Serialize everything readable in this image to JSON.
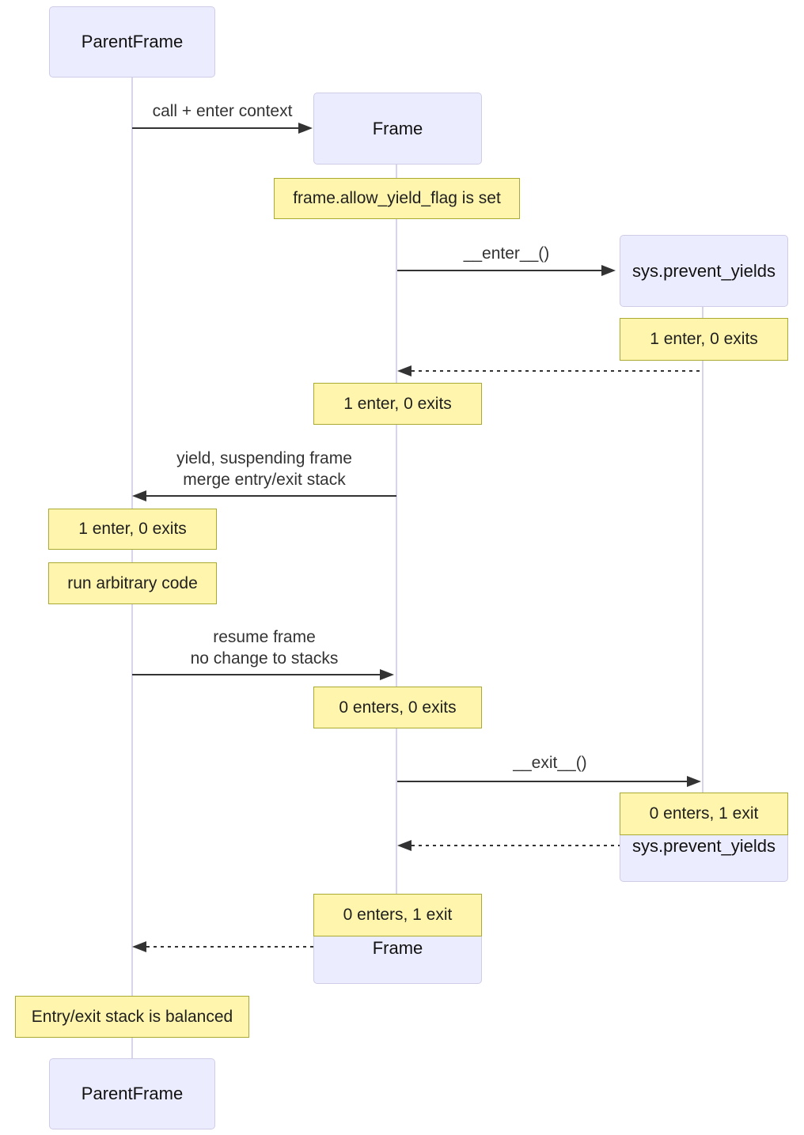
{
  "diagram_type": "sequence-diagram",
  "colors": {
    "actor_fill": "#ececff",
    "actor_border": "#cfcce8",
    "note_fill": "#fff5ad",
    "note_border": "#aaaa33",
    "lifeline": "#d9d4ec",
    "message_line": "#333333",
    "message_text": "#333333"
  },
  "actors": {
    "parent_top": {
      "label": "ParentFrame"
    },
    "frame_top": {
      "label": "Frame"
    },
    "sys_top": {
      "label": "sys.prevent_yields"
    },
    "sys_bottom": {
      "label": "sys.prevent_yields"
    },
    "frame_bottom": {
      "label": "Frame"
    },
    "parent_bottom": {
      "label": "ParentFrame"
    }
  },
  "messages": {
    "call_enter_context": {
      "label": "call + enter context",
      "from": "ParentFrame",
      "to": "Frame",
      "style": "solid"
    },
    "enter": {
      "label": "__enter__()",
      "from": "Frame",
      "to": "sys.prevent_yields",
      "style": "solid"
    },
    "enter_return": {
      "label": "",
      "from": "sys.prevent_yields",
      "to": "Frame",
      "style": "dashed"
    },
    "yield": {
      "line1": "yield, suspending frame",
      "line2": "merge entry/exit stack",
      "from": "Frame",
      "to": "ParentFrame",
      "style": "solid"
    },
    "resume": {
      "line1": "resume frame",
      "line2": "no change to stacks",
      "from": "ParentFrame",
      "to": "Frame",
      "style": "solid"
    },
    "exit": {
      "label": "__exit__()",
      "from": "Frame",
      "to": "sys.prevent_yields",
      "style": "solid"
    },
    "exit_return": {
      "label": "",
      "from": "sys.prevent_yields",
      "to": "Frame",
      "style": "dashed"
    },
    "final_return": {
      "label": "",
      "from": "Frame",
      "to": "ParentFrame",
      "style": "dashed"
    }
  },
  "notes": {
    "allow_yield_flag": {
      "text": "frame.allow_yield_flag is set"
    },
    "sys_after_enter": {
      "text": "1 enter, 0 exits"
    },
    "frame_after_enter": {
      "text": "1 enter, 0 exits"
    },
    "parent_after_yield": {
      "text": "1 enter, 0 exits"
    },
    "run_arbitrary_code": {
      "text": "run arbitrary code"
    },
    "frame_after_resume": {
      "text": "0 enters, 0 exits"
    },
    "sys_after_exit": {
      "text": "0 enters, 1 exit"
    },
    "frame_after_exit": {
      "text": "0 enters, 1 exit"
    },
    "balanced": {
      "text": "Entry/exit stack is balanced"
    }
  }
}
